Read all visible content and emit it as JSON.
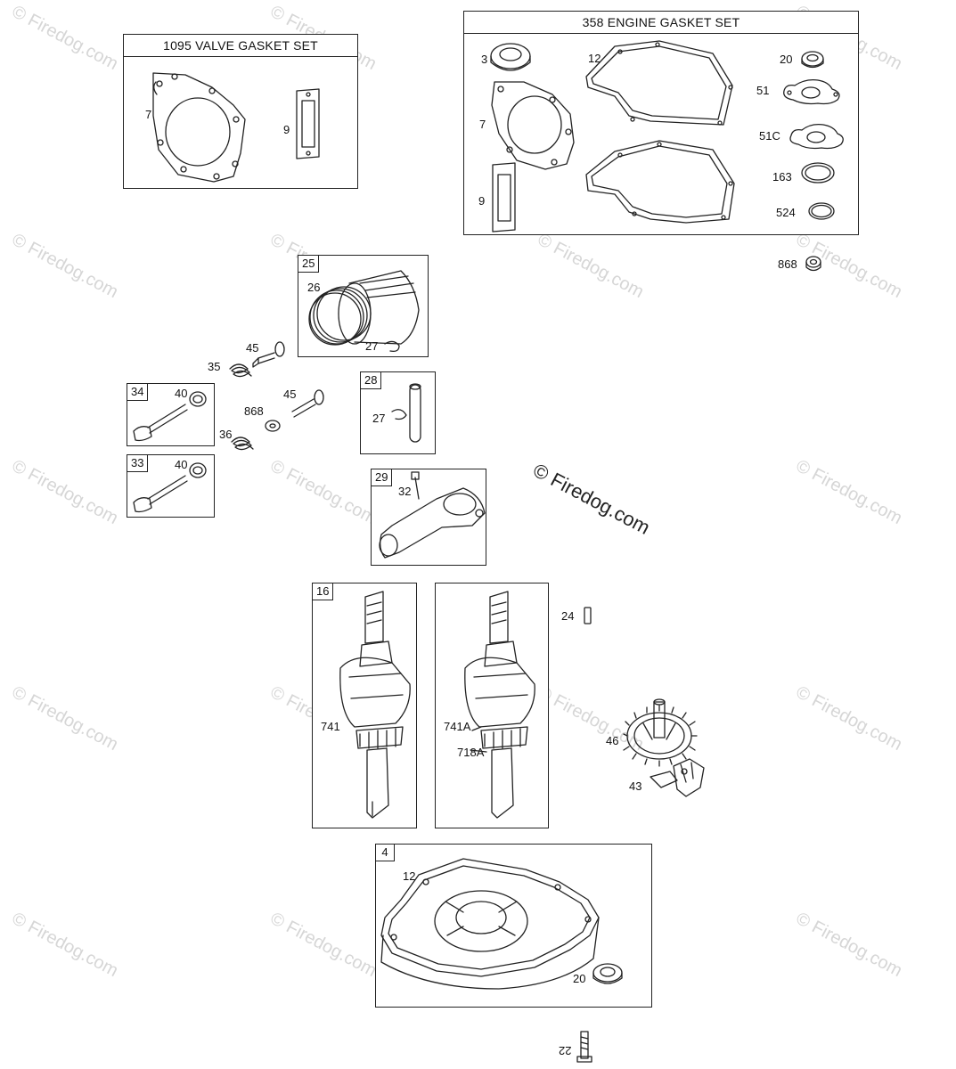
{
  "watermark": "© Firedog.com",
  "kits": {
    "valve_gasket_set": {
      "title": "1095 VALVE GASKET SET",
      "parts": [
        "7",
        "9"
      ]
    },
    "engine_gasket_set": {
      "title": "358 ENGINE GASKET SET",
      "parts": [
        "3",
        "12",
        "20",
        "51",
        "51C",
        "163",
        "524",
        "7",
        "9"
      ]
    }
  },
  "assemblies": {
    "piston": {
      "tag": "25",
      "parts": [
        "26",
        "27"
      ]
    },
    "pin": {
      "tag": "28",
      "parts": [
        "27"
      ]
    },
    "rod": {
      "tag": "29",
      "parts": [
        "32"
      ]
    },
    "valve_exhaust": {
      "tag": "34",
      "parts": [
        "40"
      ]
    },
    "valve_intake": {
      "tag": "33",
      "parts": [
        "40"
      ]
    },
    "crank_a": {
      "tag": "16",
      "parts": [
        "741"
      ]
    },
    "crank_b": {
      "tag": "",
      "parts": [
        "741A",
        "718A"
      ]
    },
    "sump": {
      "tag": "4",
      "parts": [
        "12",
        "20"
      ]
    }
  },
  "loose_parts": [
    "868",
    "45",
    "35",
    "45",
    "868",
    "36",
    "24",
    "46",
    "43",
    "22"
  ]
}
